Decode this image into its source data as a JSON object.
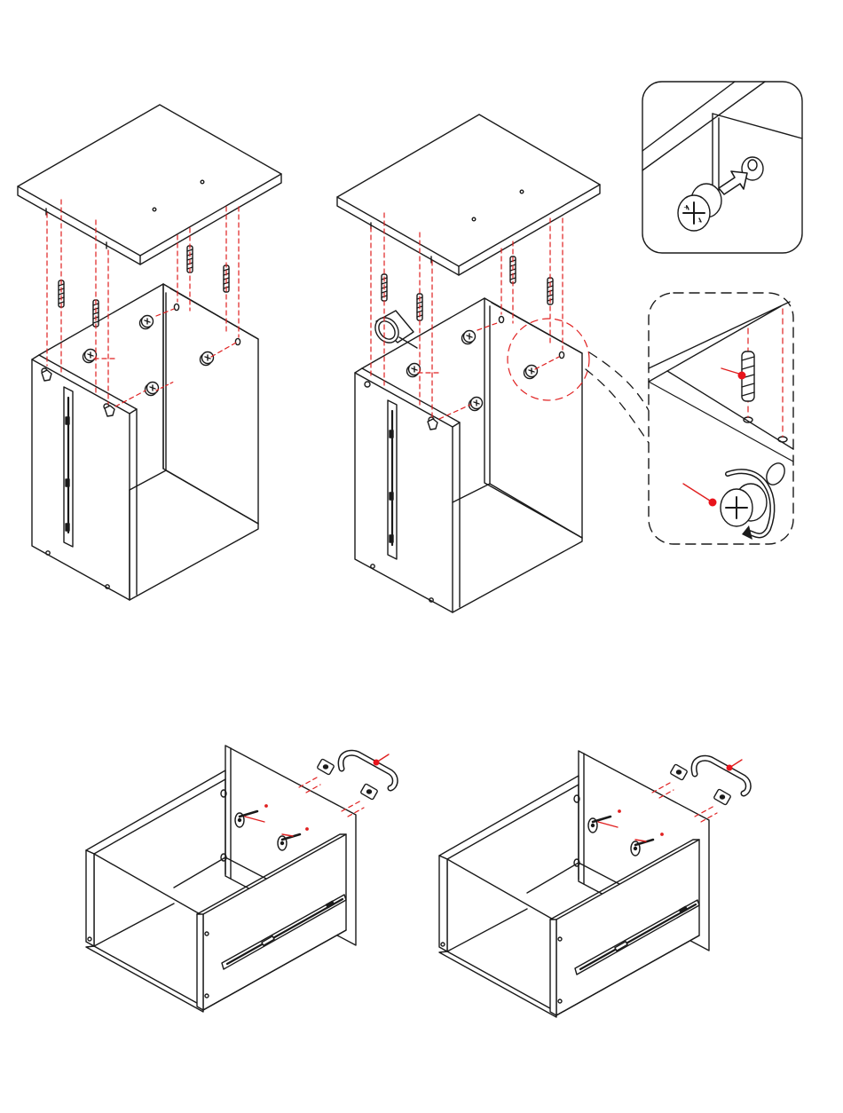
{
  "page": {
    "background": "#ffffff"
  },
  "colors": {
    "line": "#1a1a1a",
    "guide": "#e02020",
    "callout_dot": "#e8141c",
    "rail": "#3a3a3a",
    "fill": "#ffffff"
  },
  "steps": [
    {
      "name": "attach-top-panel-step",
      "parts": [
        "top-panel",
        "wood-dowels",
        "cam-locks",
        "carcass"
      ]
    },
    {
      "name": "tighten-cam-locks-step",
      "parts": [
        "top-panel",
        "wood-dowels",
        "screwdriver",
        "carcass"
      ]
    },
    {
      "name": "cam-insert-detail",
      "parts": [
        "cam-lock",
        "arrow-icon"
      ]
    },
    {
      "name": "cam-tighten-detail",
      "parts": [
        "wood-dowel",
        "cam-lock",
        "rotate-arrow-icon"
      ]
    },
    {
      "name": "drawer-handle-step-a",
      "parts": [
        "drawer-box",
        "handle",
        "washers",
        "screws"
      ]
    },
    {
      "name": "drawer-handle-step-b",
      "parts": [
        "drawer-box",
        "handle",
        "washers",
        "screws"
      ]
    }
  ]
}
